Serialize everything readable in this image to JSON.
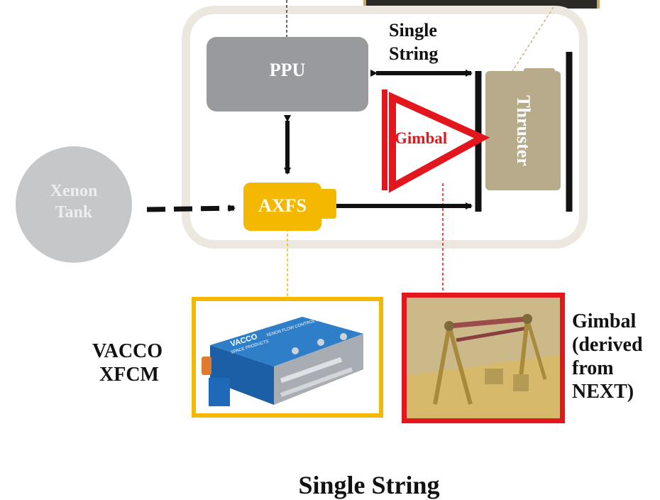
{
  "blocks": {
    "ppu": "PPU",
    "axfs": "AXFS",
    "gimbal": "Gimbal",
    "thruster": "Thruster",
    "xenon_tank": [
      "Xenon",
      "Tank"
    ]
  },
  "labels": {
    "single_string_top": [
      "Single",
      "String"
    ],
    "vacco": [
      "VACCO",
      "XFCM"
    ],
    "gimbal_note": [
      "Gimbal",
      "(derived",
      "from",
      "NEXT)"
    ],
    "caption": "Single String"
  },
  "photo_labels": {
    "vacco_brand": "VACCO",
    "vacco_sub": "SPACE PRODUCTS",
    "vacco_module": "XENON FLOW CONTROL MODULE"
  },
  "colors": {
    "system_border": "#ece8e0",
    "ppu": "#999a9d",
    "axfs": "#f5b800",
    "gimbal": "#e3161d",
    "thruster": "#b8ab8c",
    "xenon_tank": "#c6c7c9",
    "arrows": "#111111"
  }
}
